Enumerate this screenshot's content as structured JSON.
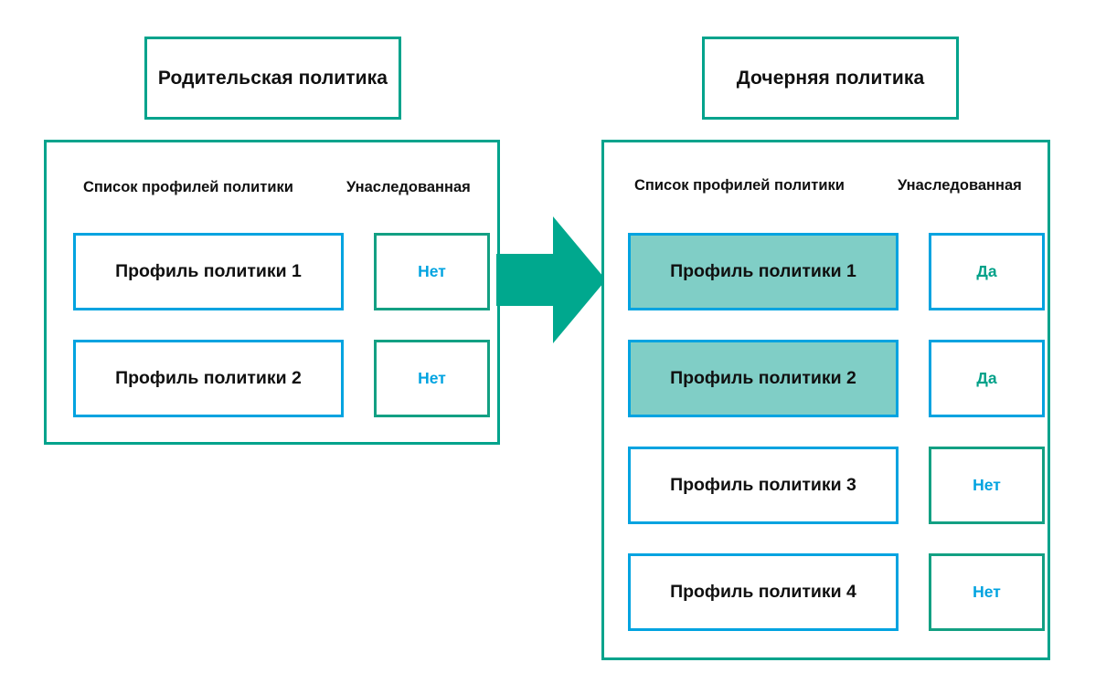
{
  "diagram": {
    "title_parent": "Родительская политика",
    "title_child": "Дочерняя политика",
    "column_headers": {
      "profiles": "Список профилей политики",
      "inherited": "Унаследованная"
    },
    "arrow_label": "arrow-right"
  },
  "colors": {
    "panel_border": "#00A38C",
    "profile_border": "#00A3E0",
    "flag_no_border": "#13A083",
    "flag_yes_border": "#00A3E0",
    "flag_no_text": "#00A3E0",
    "flag_yes_text": "#00A189",
    "highlight_fill": "#80CEC6",
    "arrow_fill": "#00A88E",
    "text": "#101010",
    "background": "#FFFFFF"
  },
  "parent_policy": {
    "rows": [
      {
        "profile": "Профиль политики 1",
        "inherited": "Нет",
        "highlighted": false
      },
      {
        "profile": "Профиль политики 2",
        "inherited": "Нет",
        "highlighted": false
      }
    ]
  },
  "child_policy": {
    "rows": [
      {
        "profile": "Профиль политики 1",
        "inherited": "Да",
        "highlighted": true
      },
      {
        "profile": "Профиль политики 2",
        "inherited": "Да",
        "highlighted": true
      },
      {
        "profile": "Профиль политики 3",
        "inherited": "Нет",
        "highlighted": false
      },
      {
        "profile": "Профиль политики 4",
        "inherited": "Нет",
        "highlighted": false
      }
    ]
  }
}
